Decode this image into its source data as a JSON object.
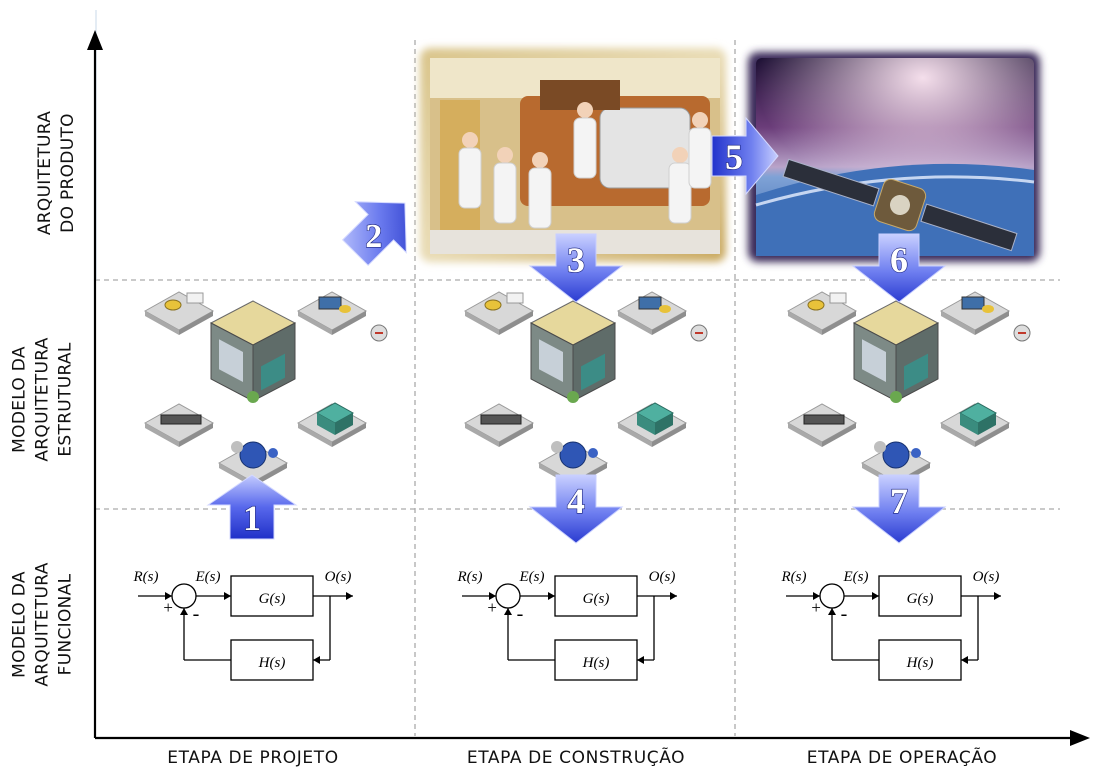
{
  "rows": [
    {
      "line1": "ARQUITETURA",
      "line2": "DO PRODUTO",
      "line3": ""
    },
    {
      "line1": "MODELO DA",
      "line2": "ARQUITETURA",
      "line3": "ESTRUTURAL"
    },
    {
      "line1": "MODELO DA",
      "line2": "ARQUITETURA",
      "line3": "FUNCIONAL"
    }
  ],
  "columns": [
    "ETAPA DE PROJETO",
    "ETAPA DE CONSTRUÇÃO",
    "ETAPA DE OPERAÇÃO"
  ],
  "arrows": [
    "1",
    "2",
    "3",
    "4",
    "5",
    "6",
    "7"
  ],
  "block_diagram": {
    "reference": "R(s)",
    "error": "E(s)",
    "forward": "G(s)",
    "output": "O(s)",
    "feedback": "H(s)",
    "plus": "+",
    "minus": "-"
  },
  "colors": {
    "arrow_light": "#b9c4ff",
    "arrow_dark": "#2233cc",
    "grid_line": "#aaaaaa"
  }
}
